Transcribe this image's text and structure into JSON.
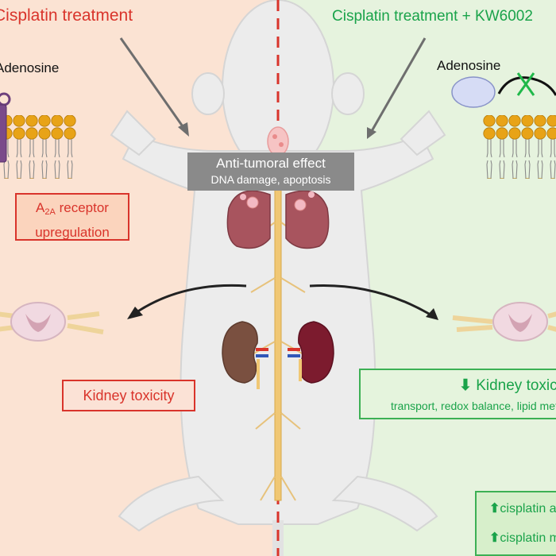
{
  "panels": {
    "left": {
      "title": "Cisplatin treatment",
      "ligand_label": "Adenosine",
      "receptor_box_main": "A",
      "receptor_box_sub": "2A",
      "receptor_box_line1_rest": " receptor",
      "receptor_box_line2": "upregulation",
      "kidney_box": "Kidney toxicity",
      "color": "#d9342b"
    },
    "right": {
      "title": "Cisplatin treatment + KW6002",
      "ligand_label": "Adenosine",
      "kidney_box_title": "Kidney toxicity",
      "kidney_box_detail": "transport, redox balance, lipid metabolism",
      "accumulation_line1": "cisplatin accumulation",
      "accumulation_line2": "cisplatin metabolism",
      "color": "#1aa34a"
    },
    "center": {
      "effect_title": "Anti-tumoral effect",
      "effect_detail": "DNA damage, apoptosis"
    }
  },
  "icons": {
    "down_arrow": "⬇",
    "up_arrow": "⬆",
    "block_mark": "cross-icon"
  },
  "colors": {
    "left_background": "#fbe3d3",
    "right_background": "#e6f3de",
    "divider": "#d9342b",
    "membrane_head": "#e8a317"
  }
}
